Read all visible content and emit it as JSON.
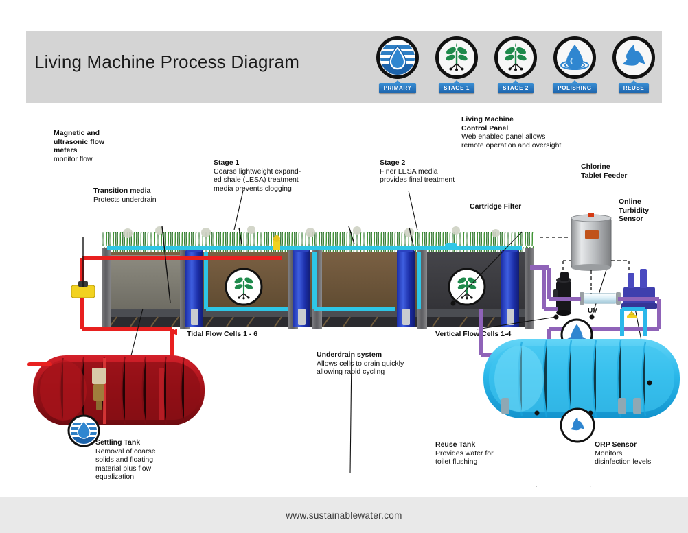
{
  "header": {
    "title": "Living Machine Process Diagram",
    "badges": [
      {
        "label": "PRIMARY",
        "icon": "water-drop-stripes-icon"
      },
      {
        "label": "STAGE 1",
        "icon": "green-plant-icon"
      },
      {
        "label": "STAGE 2",
        "icon": "green-plant-icon"
      },
      {
        "label": "POLISHING",
        "icon": "water-drop-ripple-icon"
      },
      {
        "label": "REUSE",
        "icon": "recycle-drops-icon"
      }
    ]
  },
  "annotations": {
    "flow_meters": {
      "title": "Magnetic and\nultrasonic flow\nmeters",
      "desc": "monitor flow"
    },
    "transition": {
      "title": "Transition media",
      "desc": "Protects underdrain"
    },
    "stage1": {
      "title": "Stage 1",
      "desc": "Coarse lightweight expand-\ned shale (LESA) treatment\nmedia prevents clogging"
    },
    "stage2": {
      "title": "Stage 2",
      "desc": "Finer LESA media\nprovides final treatment"
    },
    "control_panel": {
      "title": "Living Machine\nControl Panel",
      "desc": "Web enabled panel  allows\nremote operation and oversight"
    },
    "chlorine": {
      "title": "Chlorine\nTablet Feeder",
      "desc": ""
    },
    "turbidity": {
      "title": "Online\nTurbidity\nSensor",
      "desc": ""
    },
    "cartridge": {
      "title": "Cartridge Filter",
      "desc": ""
    },
    "underdrain": {
      "title": "Underdrain system",
      "desc": "Allows cells to drain quickly\nallowing rapid cycling"
    },
    "settling": {
      "title": "Settling Tank",
      "desc": "Removal of coarse\nsolids and floating\nmaterial plus  flow\nequalization"
    },
    "reuse": {
      "title": "Reuse Tank",
      "desc": "Provides water for\ntoilet flushing"
    },
    "orp": {
      "title": "ORP Sensor",
      "desc": "Monitors\ndisinfection levels"
    }
  },
  "scene_labels": {
    "tidal_cells": "Tidal Flow Cells 1 - 6",
    "vertical_cells": "Vertical Flow Cells 1-4",
    "uv": "UV"
  },
  "footer": {
    "url": "www.sustainablewater.com"
  },
  "colors": {
    "header_band": "#d4d4d4",
    "badge_blue": "#1c63ab",
    "influent_red": "#e8201f",
    "recirc_cyan": "#2ec6e6",
    "effluent_purple": "#8f63b8",
    "settling_tank_red": "#a81118",
    "reuse_tank_blue": "#2bb8ea",
    "media_brown": "#6b5336",
    "media_charcoal": "#3c3c40",
    "plant_green": "#1f8a4c",
    "valve_yellow": "#f2d220",
    "footer_bg": "#e9e9e9"
  }
}
